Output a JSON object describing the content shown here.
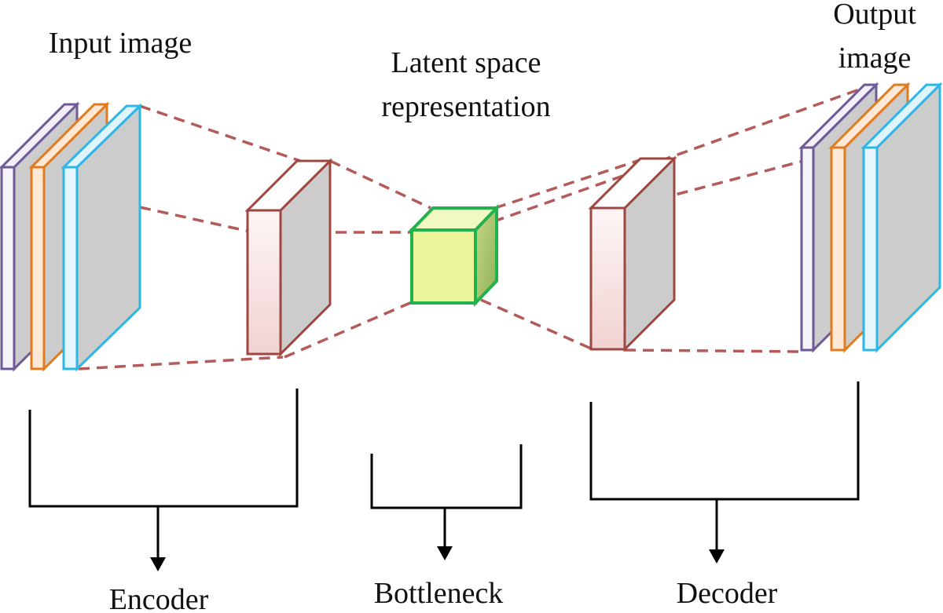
{
  "labels": {
    "input": "Input image",
    "latent_1": "Latent space",
    "latent_2": "representation",
    "output_1": "Output",
    "output_2": "image",
    "encoder": "Encoder",
    "bottleneck": "Bottleneck",
    "decoder": "Decoder"
  },
  "colors": {
    "channel_purple": "#6e5a94",
    "channel_orange": "#e07b1e",
    "channel_cyan": "#2eb6e6",
    "layer_edge": "#a04640",
    "cube_edge": "#22b24c",
    "cube_fill": "#ecf59c",
    "connector": "#b45a58",
    "plate_side": "#cdcdcd"
  }
}
